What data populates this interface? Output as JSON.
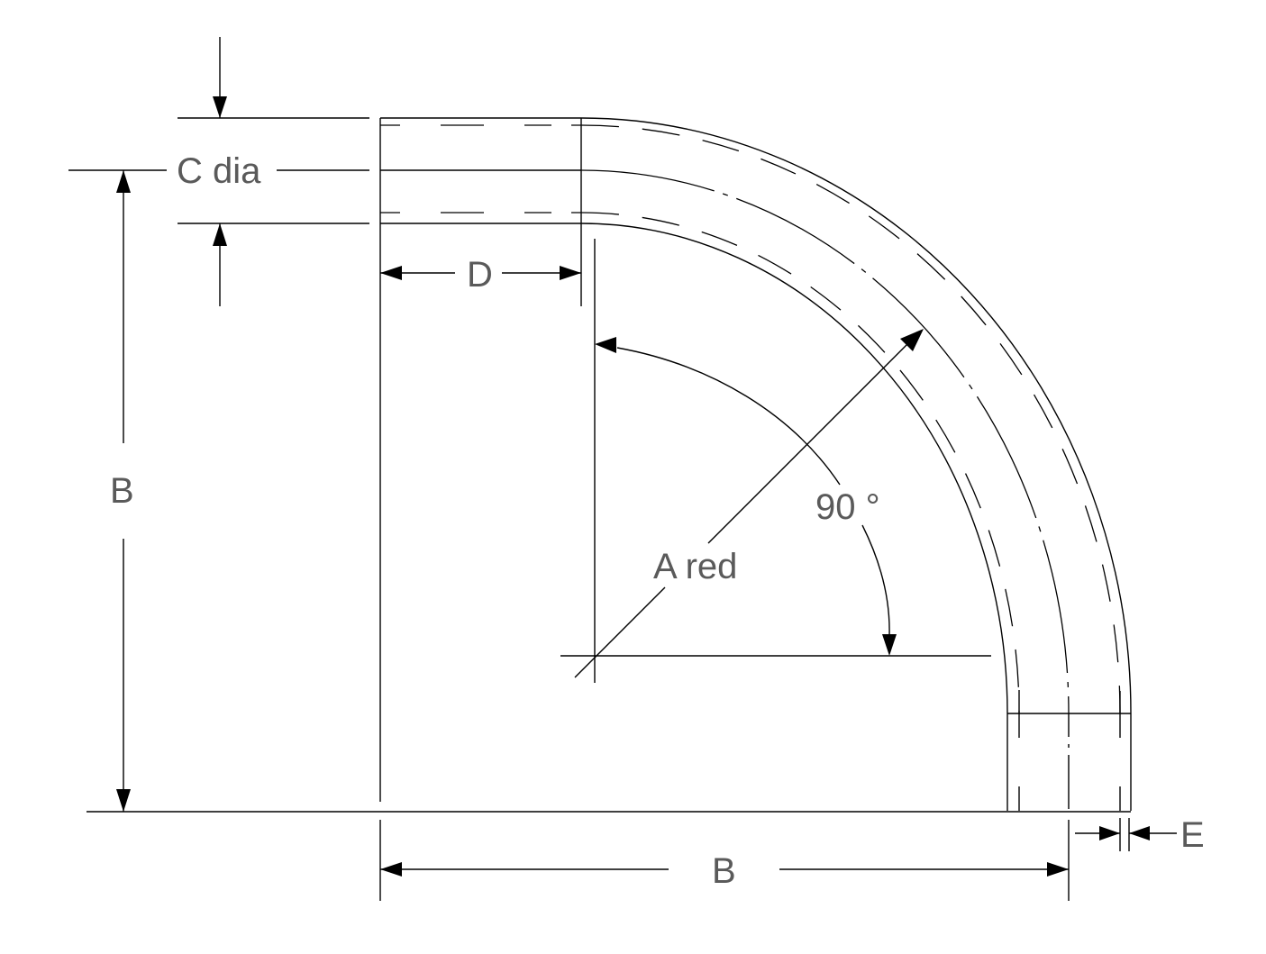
{
  "diagram": {
    "type": "pipe-bend-dimension-drawing",
    "labels": {
      "c_dia": "C dia",
      "d": "D",
      "b_vertical": "B",
      "b_horizontal": "B",
      "a_red": "A red",
      "angle": "90 °",
      "e": "E"
    },
    "colors": {
      "line": "#000000",
      "label": "#5a5a5a",
      "background": "#ffffff"
    }
  }
}
